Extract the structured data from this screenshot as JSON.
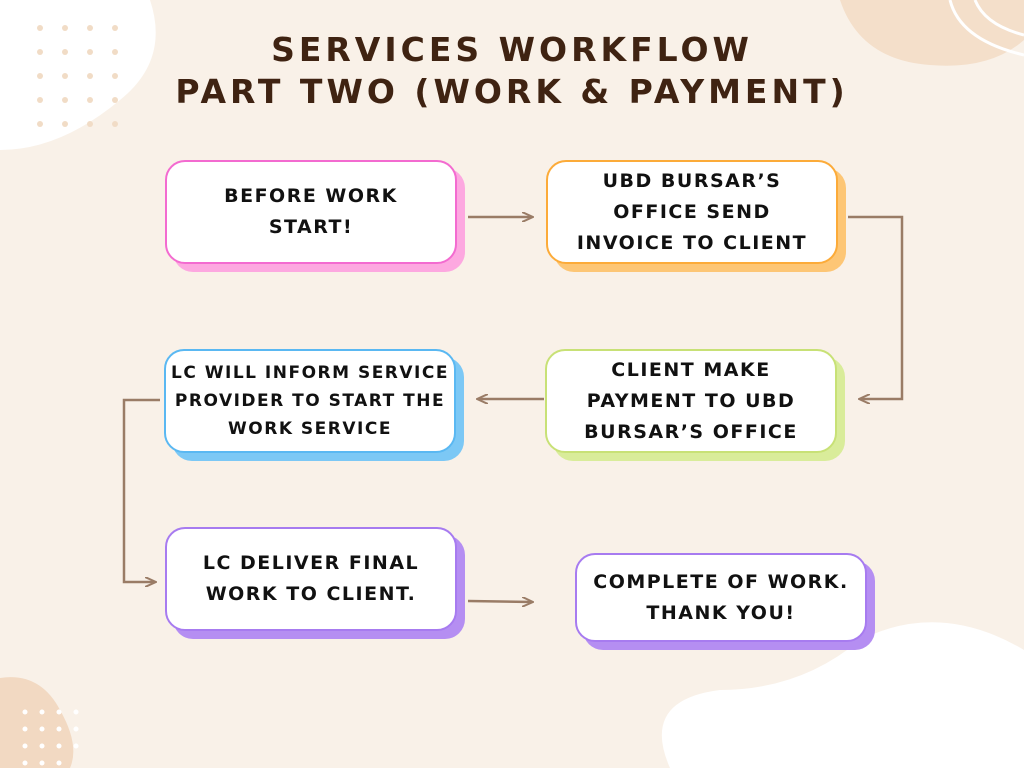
{
  "title": {
    "line1": "SERVICES WORKFLOW",
    "line2": "PART TWO (WORK & PAYMENT)"
  },
  "colors": {
    "background": "#f9f1e8",
    "title": "#3f2312",
    "arrow": "#9a7c66",
    "pink": "#f36bd0",
    "orange": "#fcab39",
    "green": "#c8e176",
    "blue": "#5ab8f2",
    "purple": "#a77bf0"
  },
  "steps": {
    "before_work": "BEFORE WORK START!",
    "invoice": "UBD BURSAR’S OFFICE SEND INVOICE TO CLIENT",
    "payment": "CLIENT MAKE PAYMENT TO UBD BURSAR’S OFFICE",
    "inform": "LC WILL INFORM SERVICE PROVIDER TO START THE WORK SERVICE",
    "deliver": "LC DELIVER FINAL WORK TO CLIENT.",
    "complete": "COMPLETE OF WORK. THANK YOU!"
  }
}
